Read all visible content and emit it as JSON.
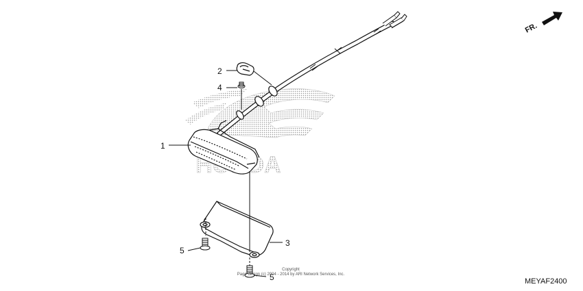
{
  "callouts": {
    "c1": "1",
    "c2": "2",
    "c3": "3",
    "c4": "4",
    "c5a": "5",
    "c5b": "5"
  },
  "direction_label": "FR.",
  "diagram_code": "MEYAF2400",
  "copyright": {
    "line1": "Copyright",
    "line2": "Page design (c) 2004 - 2014 by ARI Network Services, Inc."
  },
  "watermark": "HONDA"
}
